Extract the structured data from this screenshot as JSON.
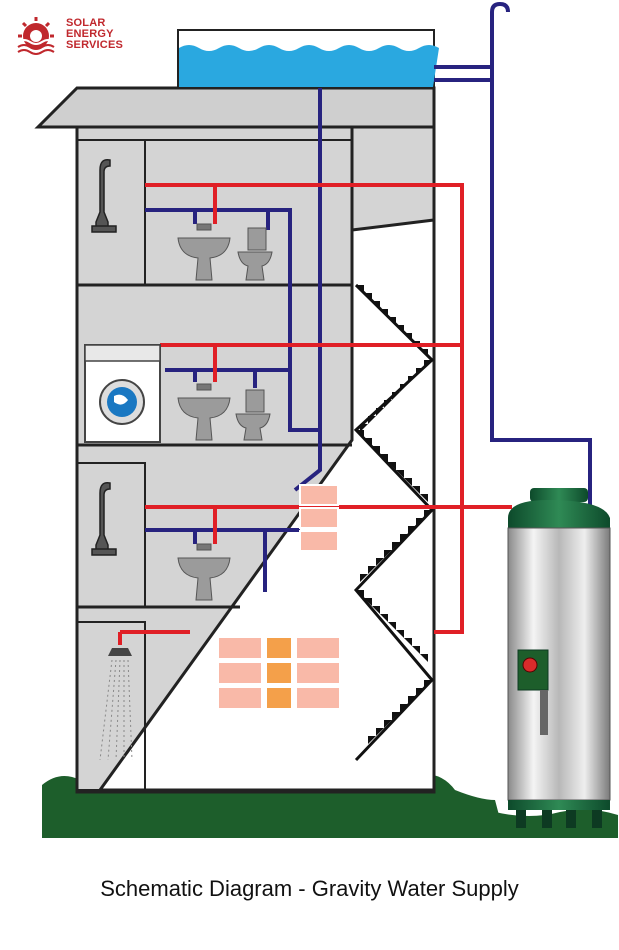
{
  "logo": {
    "line1": "SOLAR",
    "line2": "ENERGY",
    "line3": "SERVICES"
  },
  "caption": "Schematic Diagram - Gravity Water Supply",
  "colors": {
    "hot_pipe": "#e01f26",
    "cold_pipe": "#27237f",
    "tank_water": "#2aa8e0",
    "building_wall": "#cfcfcf",
    "hedge": "#1d5e2b",
    "logo": "#c0282d"
  }
}
